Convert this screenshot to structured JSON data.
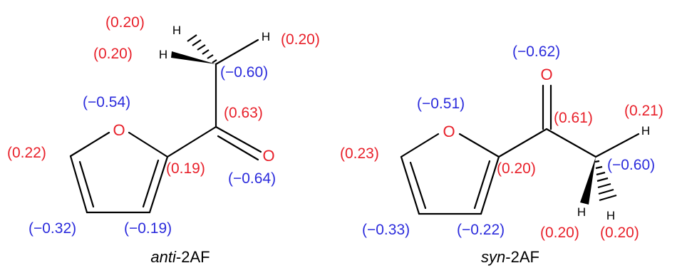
{
  "colors": {
    "positive": "#e8202a",
    "negative": "#2b2bdc",
    "oxygen": "#e8202a",
    "bond": "#000000"
  },
  "molecules": [
    {
      "id": "anti",
      "caption_italic": "anti",
      "caption_rest": "-2AF",
      "atoms": {
        "ring_o": "O",
        "carbonyl_o": "O",
        "h1": "H",
        "h2": "H",
        "h3": "H"
      },
      "charges": [
        {
          "key": "h_top_left",
          "text": "(0.20)",
          "sign": "positive"
        },
        {
          "key": "h_top_right",
          "text": "(0.20)",
          "sign": "positive"
        },
        {
          "key": "h_left",
          "text": "(0.20)",
          "sign": "positive"
        },
        {
          "key": "methyl_c",
          "text": "(−0.60)",
          "sign": "negative"
        },
        {
          "key": "ring_o",
          "text": "(−0.54)",
          "sign": "negative"
        },
        {
          "key": "carbonyl_c",
          "text": "(0.63)",
          "sign": "positive"
        },
        {
          "key": "c5",
          "text": "(0.22)",
          "sign": "positive"
        },
        {
          "key": "c2",
          "text": "(0.19)",
          "sign": "positive"
        },
        {
          "key": "carbonyl_o",
          "text": "(−0.64)",
          "sign": "negative"
        },
        {
          "key": "c4",
          "text": "(−0.32)",
          "sign": "negative"
        },
        {
          "key": "c3",
          "text": "(−0.19)",
          "sign": "negative"
        }
      ]
    },
    {
      "id": "syn",
      "caption_italic": "syn",
      "caption_rest": "-2AF",
      "atoms": {
        "ring_o": "O",
        "carbonyl_o": "O",
        "h1": "H",
        "h2": "H",
        "h3": "H"
      },
      "charges": [
        {
          "key": "carbonyl_o",
          "text": "(−0.62)",
          "sign": "negative"
        },
        {
          "key": "ring_o",
          "text": "(−0.51)",
          "sign": "negative"
        },
        {
          "key": "carbonyl_c",
          "text": "(0.61)",
          "sign": "positive"
        },
        {
          "key": "h_right",
          "text": "(0.21)",
          "sign": "positive"
        },
        {
          "key": "c5",
          "text": "(0.23)",
          "sign": "positive"
        },
        {
          "key": "c2",
          "text": "(0.20)",
          "sign": "positive"
        },
        {
          "key": "methyl_c",
          "text": "(−0.60)",
          "sign": "negative"
        },
        {
          "key": "c4",
          "text": "(−0.33)",
          "sign": "negative"
        },
        {
          "key": "c3",
          "text": "(−0.22)",
          "sign": "negative"
        },
        {
          "key": "h_bottom_left",
          "text": "(0.20)",
          "sign": "positive"
        },
        {
          "key": "h_bottom_right",
          "text": "(0.20)",
          "sign": "positive"
        }
      ]
    }
  ]
}
